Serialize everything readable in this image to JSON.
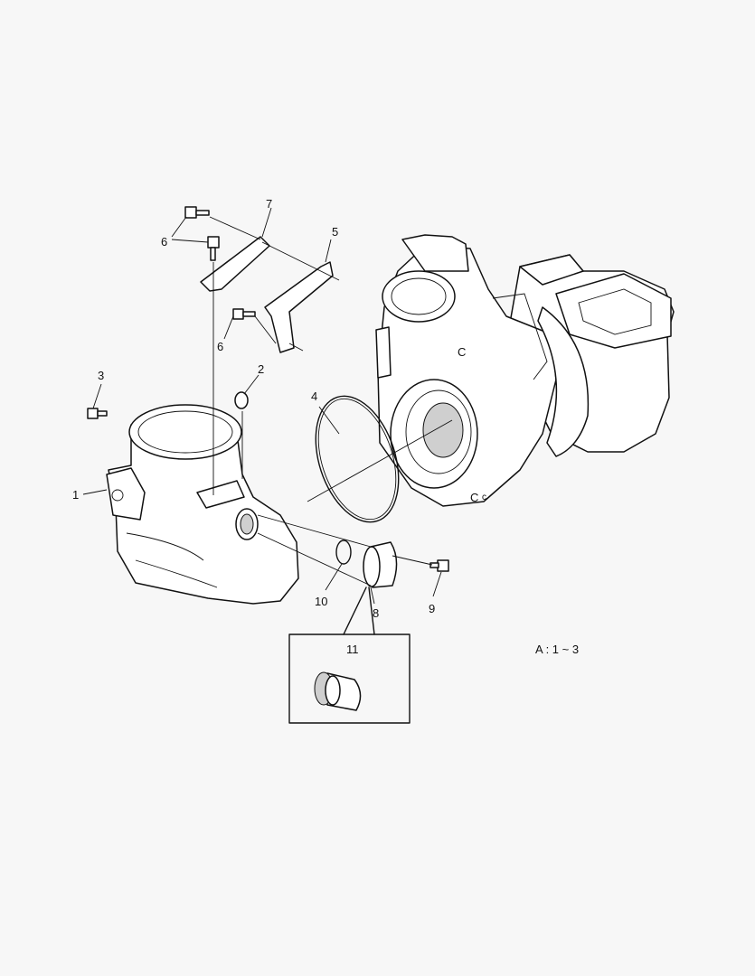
{
  "diagram": {
    "callouts": {
      "c1": "1",
      "c2": "2",
      "c3": "3",
      "c4": "4",
      "c5": "5",
      "c6a": "6",
      "c6b": "6",
      "c7": "7",
      "c8": "8",
      "c9": "9",
      "c10": "10",
      "c11": "11"
    },
    "note": "A : 1 ~ 3"
  }
}
